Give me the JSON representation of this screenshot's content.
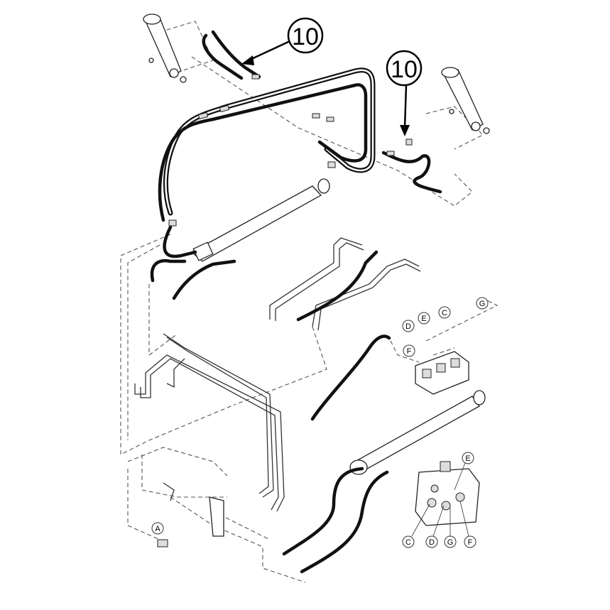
{
  "callouts": {
    "big_left": "10",
    "big_right": "10",
    "c1": "D",
    "c2": "E",
    "c3": "C",
    "c4": "G",
    "c5": "F",
    "c6": "A",
    "c7": "E",
    "c8": "C",
    "c9": "D",
    "c10": "G",
    "c11": "F"
  }
}
